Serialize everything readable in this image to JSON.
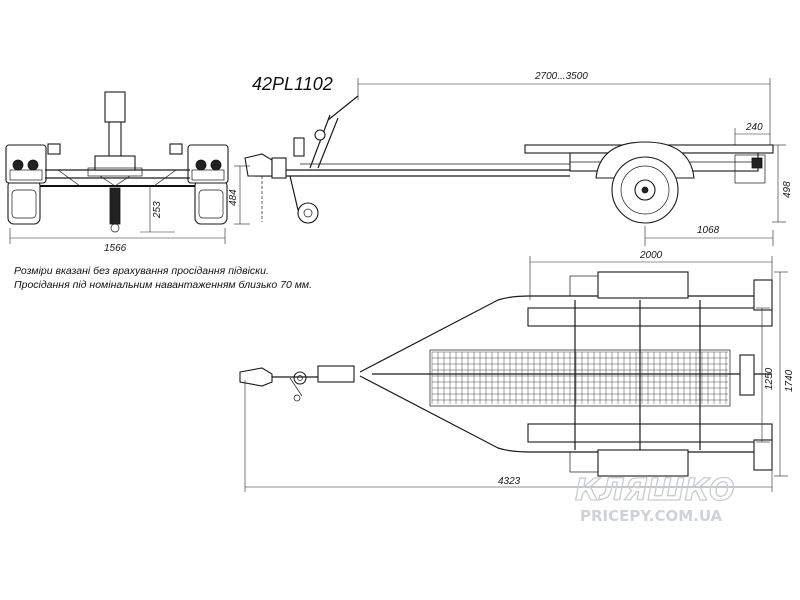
{
  "model_code": "42PL1102",
  "note": {
    "line1": "Розміри вказані без врахування просідання підвіски.",
    "line2": "Просідання під номінальним навантаженням близько 70 мм."
  },
  "dimensions": {
    "total_length": "4323",
    "adjustable_length": "2700...3500",
    "rear_overhang": "240",
    "platform_height": "498",
    "drawbar_height": "484",
    "axle_to_rear": "1068",
    "track_width": "1566",
    "ground_clearance": "253",
    "platform_length": "2000",
    "inner_width": "1250",
    "overall_width": "1740"
  },
  "watermark": {
    "brand": "КЛЯШКО",
    "site": "PRICEPY.COM.UA"
  }
}
